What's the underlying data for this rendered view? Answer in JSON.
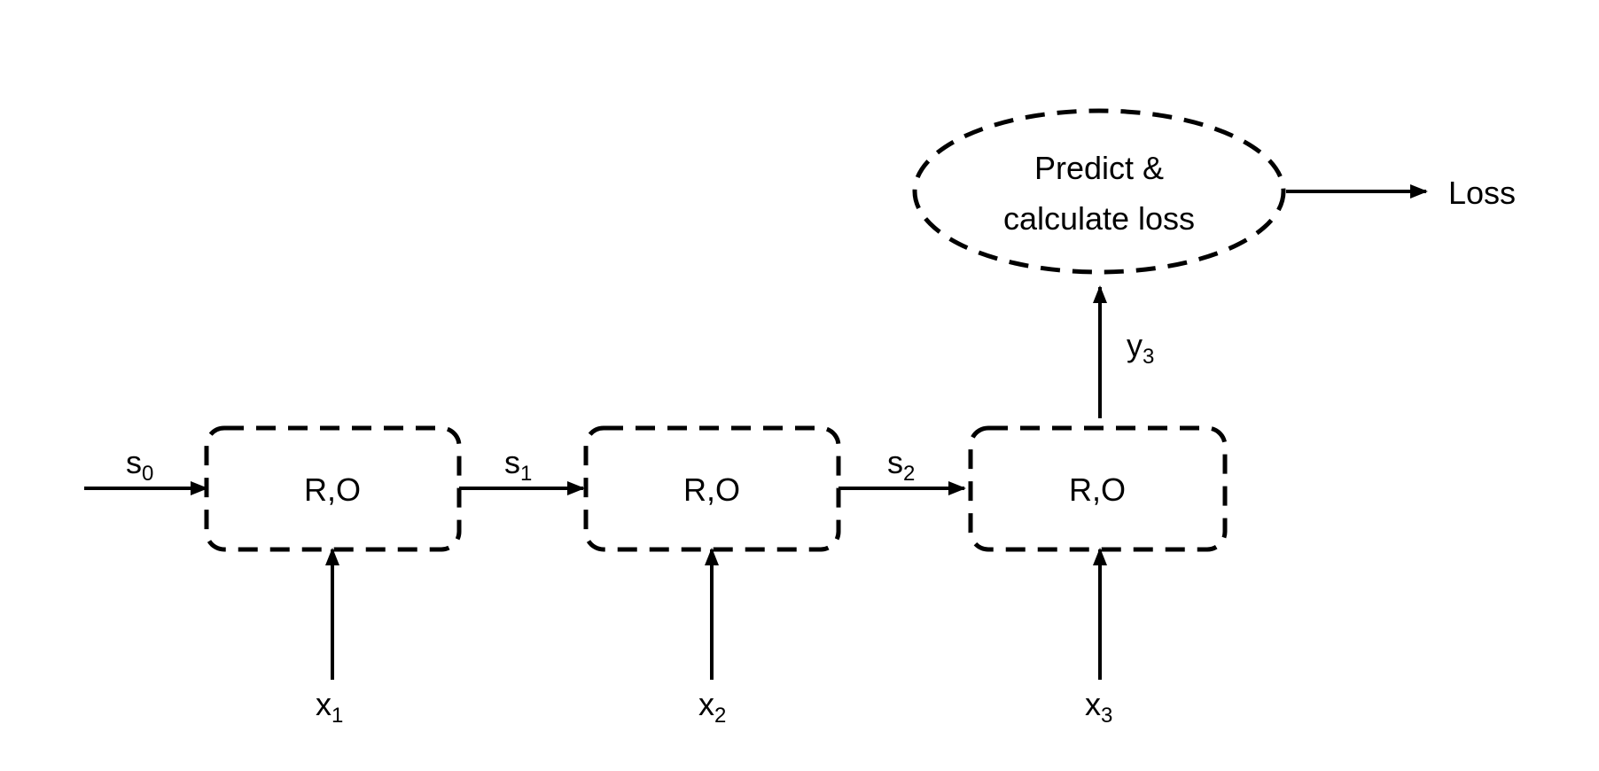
{
  "diagram": {
    "nodes": {
      "cell1": "R,O",
      "cell2": "R,O",
      "cell3": "R,O",
      "predict_line1": "Predict &",
      "predict_line2": "calculate loss"
    },
    "labels": {
      "s0": {
        "base": "s",
        "sub": "0"
      },
      "s1": {
        "base": "s",
        "sub": "1"
      },
      "s2": {
        "base": "s",
        "sub": "2"
      },
      "x1": {
        "base": "x",
        "sub": "1"
      },
      "x2": {
        "base": "x",
        "sub": "2"
      },
      "x3": {
        "base": "x",
        "sub": "3"
      },
      "y3": {
        "base": "y",
        "sub": "3"
      },
      "loss": "Loss"
    },
    "colors": {
      "stroke": "#000000",
      "background": "#ffffff"
    }
  }
}
